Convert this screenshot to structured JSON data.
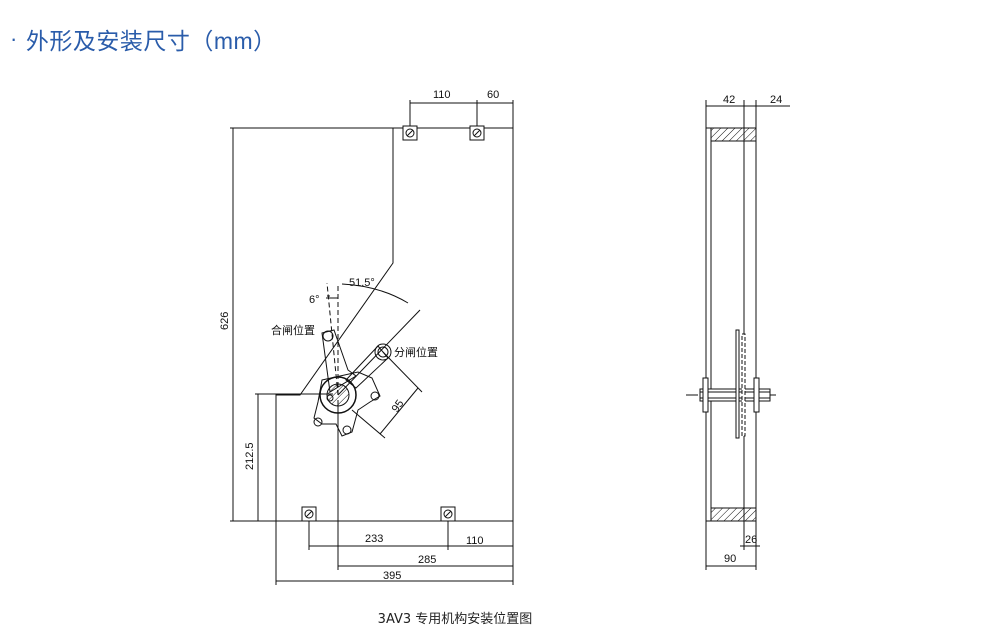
{
  "heading": {
    "bullet": "·",
    "text": "外形及安装尺寸（mm）"
  },
  "front_view": {
    "dims": {
      "top_left": "110",
      "top_right": "60",
      "height": "626",
      "shaft_height": "212.5",
      "bottom_233": "233",
      "bottom_110": "110",
      "bottom_285": "285",
      "bottom_395": "395",
      "radius": "95",
      "angle_large": "51.5°",
      "angle_small": "6°"
    },
    "labels": {
      "closed": "合闸位置",
      "open": "分闸位置"
    }
  },
  "side_view": {
    "dims": {
      "top_42": "42",
      "top_24": "24",
      "bottom_90": "90",
      "bottom_26": "26"
    }
  },
  "caption": "3AV3 专用机构安装位置图",
  "colors": {
    "heading": "#2a5caa",
    "line": "#111111"
  }
}
